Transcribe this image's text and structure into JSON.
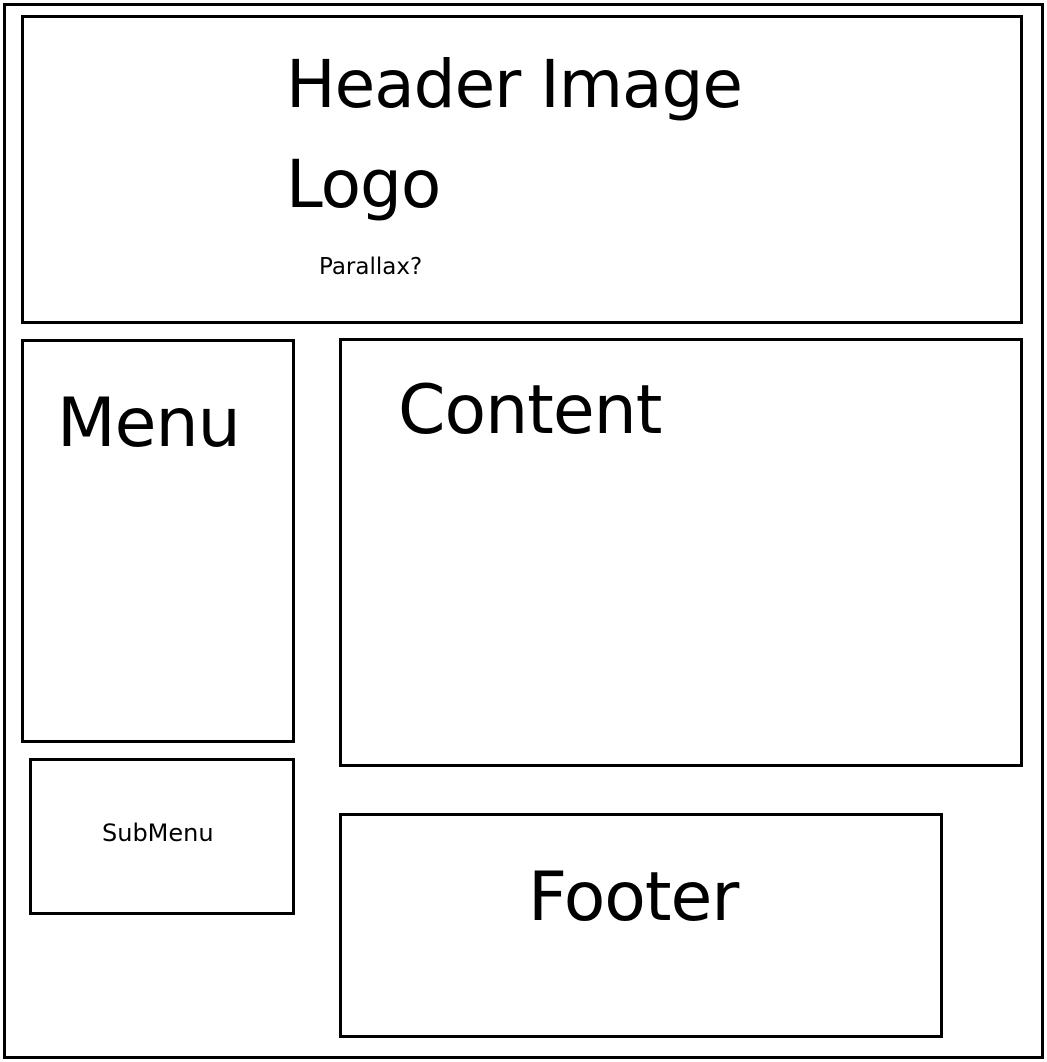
{
  "header": {
    "title": "Header Image",
    "logo": "Logo",
    "note": "Parallax?"
  },
  "menu": {
    "title": "Menu"
  },
  "content": {
    "title": "Content"
  },
  "submenu": {
    "title": "SubMenu"
  },
  "footer": {
    "title": "Footer"
  },
  "colors": {
    "stroke": "#000000",
    "background": "#ffffff"
  }
}
